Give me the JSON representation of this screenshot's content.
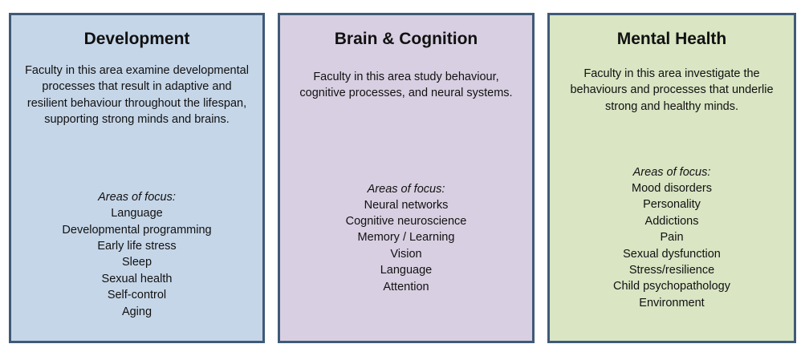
{
  "panels": [
    {
      "title": "Development",
      "description": "Faculty in this area examine developmental\nprocesses that result in adaptive and\nresilient behaviour throughout the lifespan,\nsupporting strong minds and brains.",
      "areas_heading": "Areas of focus:",
      "areas": [
        "Language",
        "Developmental programming",
        "Early life stress",
        "Sleep",
        "Sexual health",
        "Self-control",
        "Aging"
      ],
      "background": "#c5d6e8"
    },
    {
      "title": "Brain & Cognition",
      "description": "Faculty in this area study behaviour,\ncognitive processes, and neural systems.",
      "areas_heading": "Areas of focus:",
      "areas": [
        "Neural networks",
        "Cognitive neuroscience",
        "Memory / Learning",
        "Vision",
        "Language",
        "Attention"
      ],
      "background": "#d8cfe2"
    },
    {
      "title": "Mental Health",
      "description": "Faculty in this area investigate the\nbehaviours and processes that underlie\nstrong and healthy minds.",
      "areas_heading": "Areas of focus:",
      "areas": [
        "Mood disorders",
        "Personality",
        "Addictions",
        "Pain",
        "Sexual dysfunction",
        "Stress/resilience",
        "Child psychopathology",
        "Environment"
      ],
      "background": "#d9e5c3"
    }
  ],
  "border_color": "#3f5a78"
}
